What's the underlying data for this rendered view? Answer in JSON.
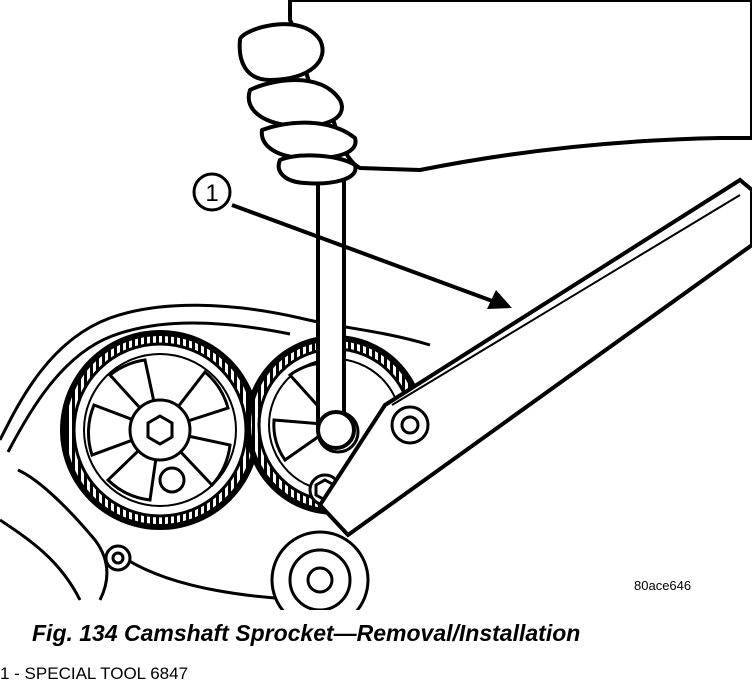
{
  "figure": {
    "caption": "Fig. 134 Camshaft Sprocket—Removal/Installation",
    "image_code": "80ace646",
    "callout_number": "1",
    "legend": [
      "1 - SPECIAL TOOL 6847"
    ]
  }
}
